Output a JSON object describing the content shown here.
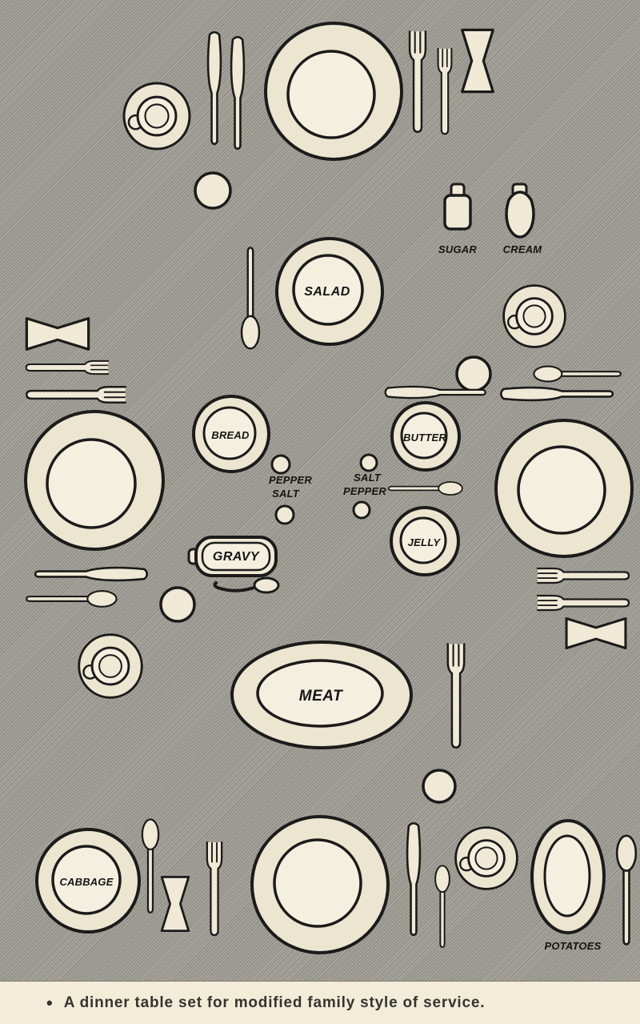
{
  "figure": {
    "caption_bullet": "•",
    "caption": "A dinner table set for modified family style of service."
  },
  "labels": {
    "sugar": "SUGAR",
    "cream": "CREAM",
    "salad": "SALAD",
    "bread": "BREAD",
    "butter": "BUTTER",
    "left_shakers": {
      "top": "PEPPER",
      "bottom": "SALT"
    },
    "right_shakers": {
      "top": "SALT",
      "bottom": "PEPPER"
    },
    "gravy": "GRAVY",
    "jelly": "JELLY",
    "meat": "MEAT",
    "cabbage": "CABBAGE",
    "potatoes": "POTATOES"
  },
  "colors": {
    "tablecloth": "#a5a39a",
    "china_paper": "#efe9d6",
    "ink": "#1b1b1b",
    "caption_background": "#f2ecd9"
  }
}
